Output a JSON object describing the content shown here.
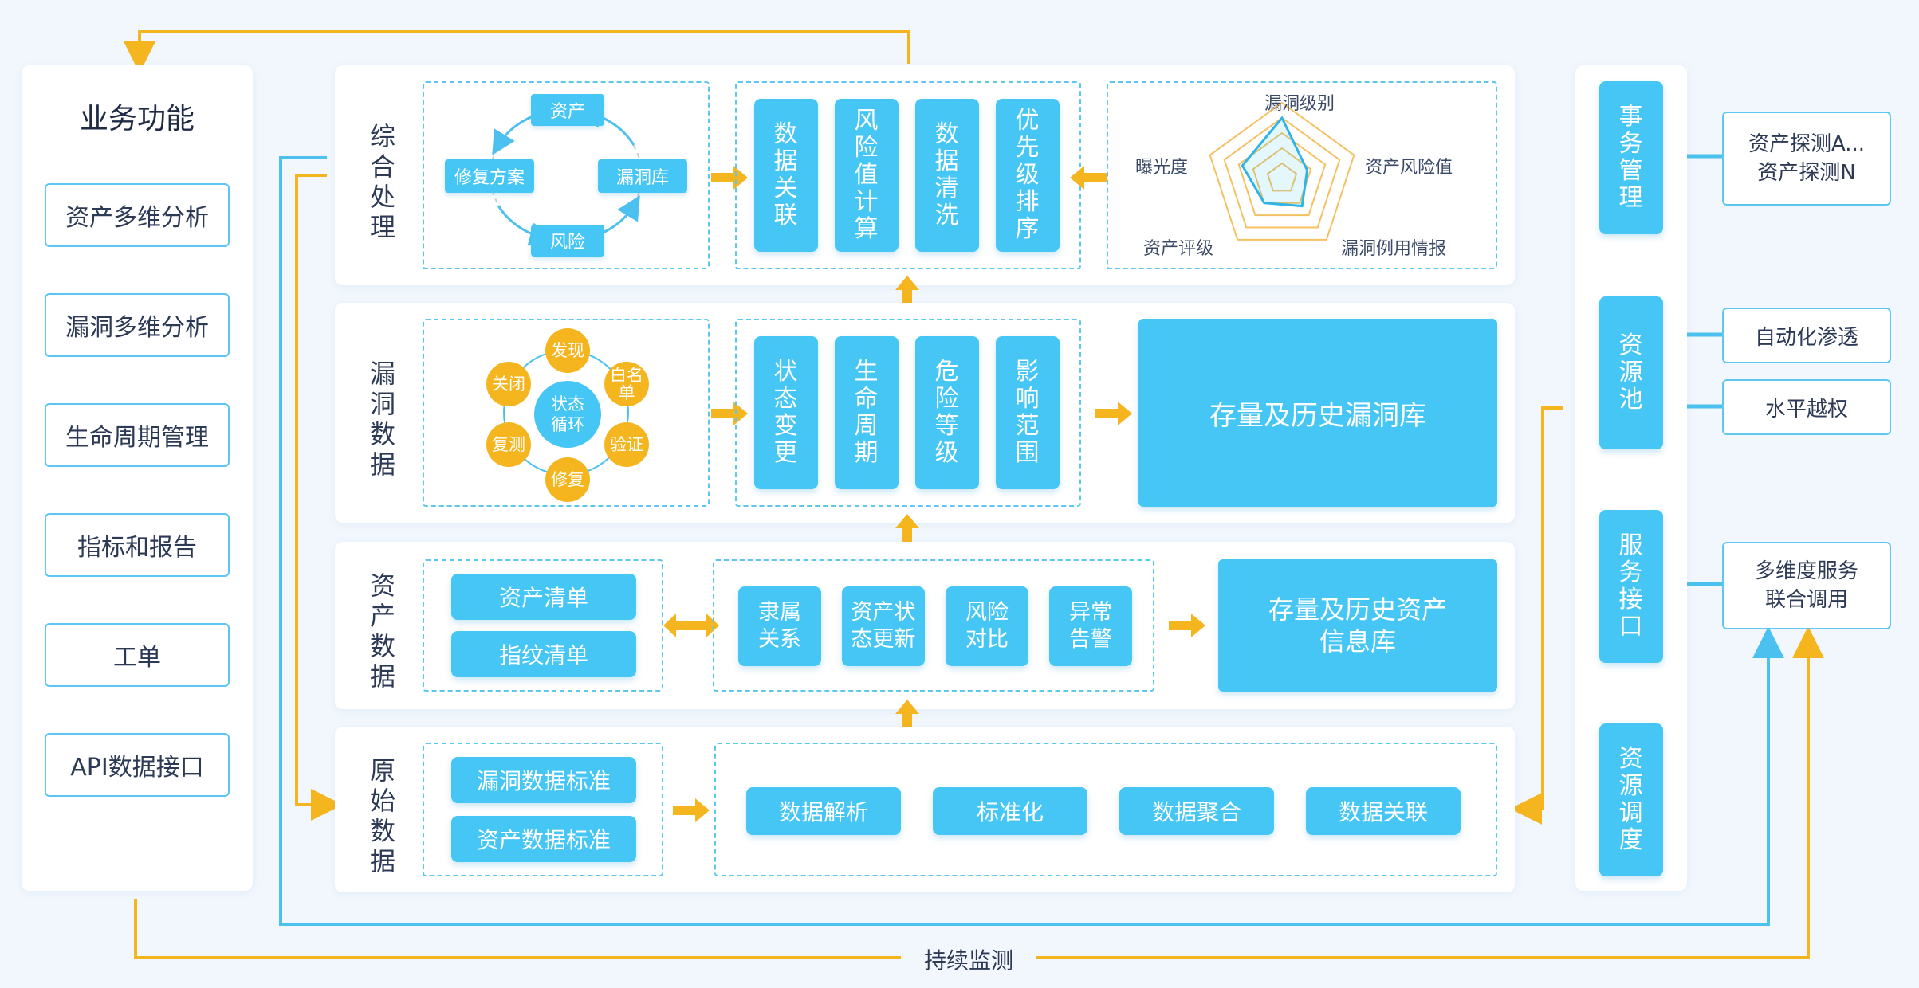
{
  "left_panel": {
    "title": "业务功能",
    "items": [
      "资产多维分析",
      "漏洞多维分析",
      "生命周期管理",
      "指标和报告",
      "工单",
      "API数据接口"
    ]
  },
  "rows": {
    "comprehensive": {
      "label": "综合处理",
      "cycle": {
        "top": "资产",
        "right": "漏洞库",
        "bottom": "风险",
        "left": "修复方案"
      },
      "steps": [
        "数据关联",
        "风险值计算",
        "数据清洗",
        "优先级排序"
      ],
      "radar": {
        "axes": [
          "漏洞级别",
          "资产风险值",
          "漏洞例用情报",
          "资产评级",
          "曝光度"
        ],
        "values": [
          0.8,
          0.35,
          0.45,
          0.4,
          0.55
        ]
      }
    },
    "vuln": {
      "label": "漏洞数据",
      "cycle_center": "状态循环",
      "cycle_nodes": [
        "发现",
        "白名单",
        "验证",
        "修复",
        "复测",
        "关闭"
      ],
      "steps": [
        "状态变更",
        "生命周期",
        "危险等级",
        "影响范围"
      ],
      "store": "存量及历史漏洞库"
    },
    "asset": {
      "label": "资产数据",
      "lists": [
        "资产清单",
        "指纹清单"
      ],
      "steps": [
        "隶属关系",
        "资产状态更新",
        "风险对比",
        "异常告警"
      ],
      "store": "存量及历史资产信息库"
    },
    "raw": {
      "label": "原始数据",
      "standards": [
        "漏洞数据标准",
        "资产数据标准"
      ],
      "steps": [
        "数据解析",
        "标准化",
        "数据聚合",
        "数据关联"
      ]
    }
  },
  "right_panel": {
    "modules": [
      "事务管理",
      "资源池",
      "服务接口",
      "资源调度"
    ],
    "targets": [
      "资产探测A... 资产探测N",
      "自动化渗透",
      "水平越权",
      "多维度服务 联合调用"
    ]
  },
  "footer_label": "持续监测",
  "colors": {
    "accent_blue": "#46c6f4",
    "accent_orange": "#f5b51e",
    "line_blue": "#4cc1ef"
  }
}
